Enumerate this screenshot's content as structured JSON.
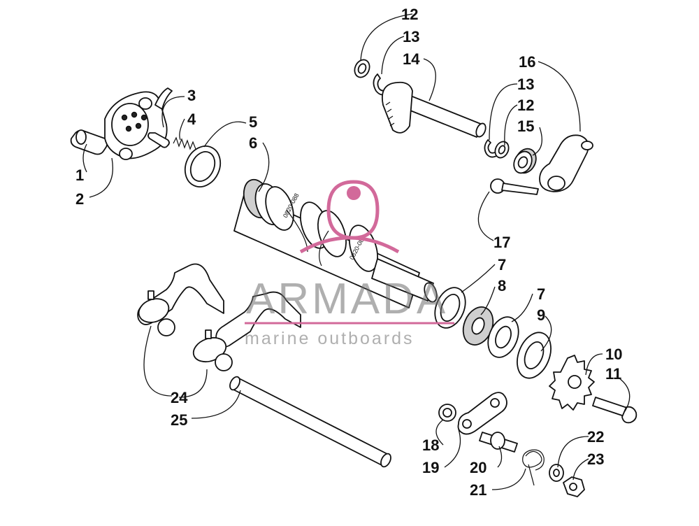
{
  "diagram": {
    "callouts": [
      {
        "id": "c1",
        "label": "1"
      },
      {
        "id": "c2",
        "label": "2"
      },
      {
        "id": "c3",
        "label": "3"
      },
      {
        "id": "c4",
        "label": "4"
      },
      {
        "id": "c5",
        "label": "5"
      },
      {
        "id": "c6",
        "label": "6"
      },
      {
        "id": "c7a",
        "label": "7"
      },
      {
        "id": "c7b",
        "label": "7"
      },
      {
        "id": "c8",
        "label": "8"
      },
      {
        "id": "c9",
        "label": "9"
      },
      {
        "id": "c10",
        "label": "10"
      },
      {
        "id": "c11",
        "label": "11"
      },
      {
        "id": "c12a",
        "label": "12"
      },
      {
        "id": "c12b",
        "label": "12"
      },
      {
        "id": "c13a",
        "label": "13"
      },
      {
        "id": "c13b",
        "label": "13"
      },
      {
        "id": "c14",
        "label": "14"
      },
      {
        "id": "c15",
        "label": "15"
      },
      {
        "id": "c16",
        "label": "16"
      },
      {
        "id": "c17",
        "label": "17"
      },
      {
        "id": "c18",
        "label": "18"
      },
      {
        "id": "c19",
        "label": "19"
      },
      {
        "id": "c20",
        "label": "20"
      },
      {
        "id": "c21",
        "label": "21"
      },
      {
        "id": "c22",
        "label": "22"
      },
      {
        "id": "c23",
        "label": "23"
      },
      {
        "id": "c24",
        "label": "24"
      },
      {
        "id": "c25",
        "label": "25"
      }
    ],
    "drum_stamps": [
      "0820-088",
      "0820-088"
    ]
  },
  "watermark": {
    "brand": "ARMADA",
    "tagline": "marine outboards",
    "logo_color": "#d2699a",
    "text_color": "#7a7a7a"
  }
}
